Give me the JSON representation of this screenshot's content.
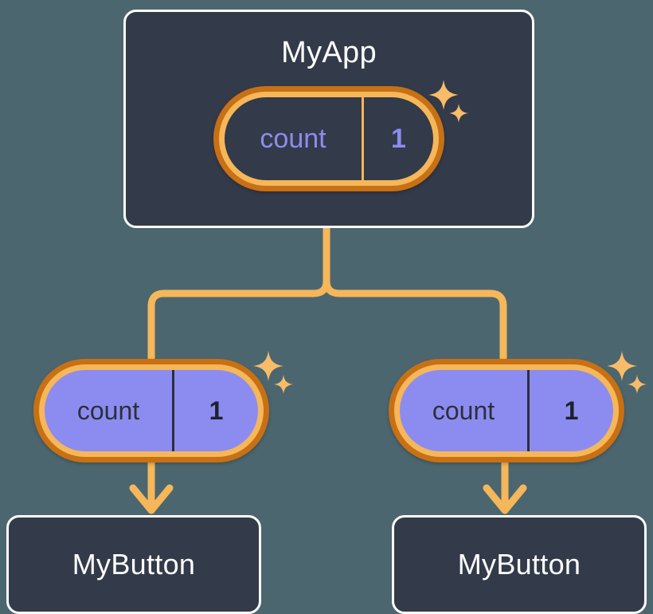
{
  "diagram": {
    "title": "React component tree with propagated count state",
    "background_color": "#4c6670",
    "accent_color": "#f5b759",
    "accent_dark_color": "#c87014",
    "state_color": "#8c8cf0",
    "card_color": "#333a49"
  },
  "root": {
    "label": "MyApp",
    "state": {
      "key": "count",
      "value": "1"
    },
    "sparkle_big": "sparkle-icon",
    "sparkle_small": "sparkle-icon"
  },
  "children": [
    {
      "state": {
        "key": "count",
        "value": "1"
      },
      "label": "MyButton",
      "sparkle_big": "sparkle-icon",
      "sparkle_small": "sparkle-icon"
    },
    {
      "state": {
        "key": "count",
        "value": "1"
      },
      "label": "MyButton",
      "sparkle_big": "sparkle-icon",
      "sparkle_small": "sparkle-icon"
    }
  ],
  "connectors": {
    "tree_branch": "branch-connector",
    "arrow_left": "down-arrow",
    "arrow_right": "down-arrow"
  }
}
